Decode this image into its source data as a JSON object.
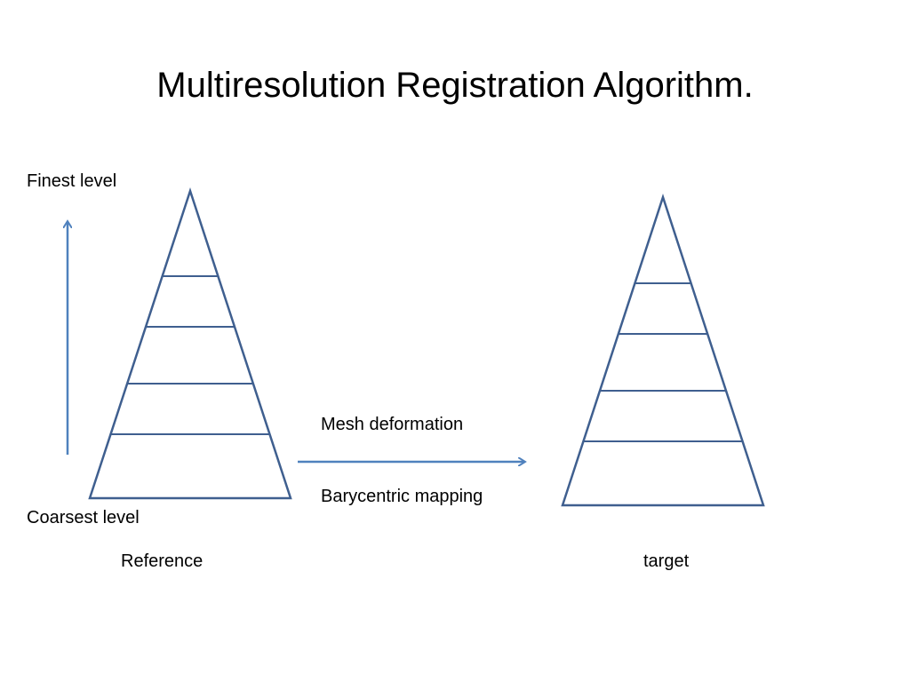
{
  "slide": {
    "title": "Multiresolution Registration Algorithm.",
    "labels": {
      "finest": "Finest level",
      "coarsest": "Coarsest level",
      "reference": "Reference",
      "target": "target",
      "mesh_deformation": "Mesh deformation",
      "barycentric_mapping": "Barycentric mapping"
    },
    "colors": {
      "pyramid_stroke": "#3f5f8f",
      "arrow": "#4f81bd",
      "text": "#000000"
    },
    "icons": [
      "upward-arrow",
      "rightward-arrow"
    ],
    "pyramid_level_count": 5
  }
}
